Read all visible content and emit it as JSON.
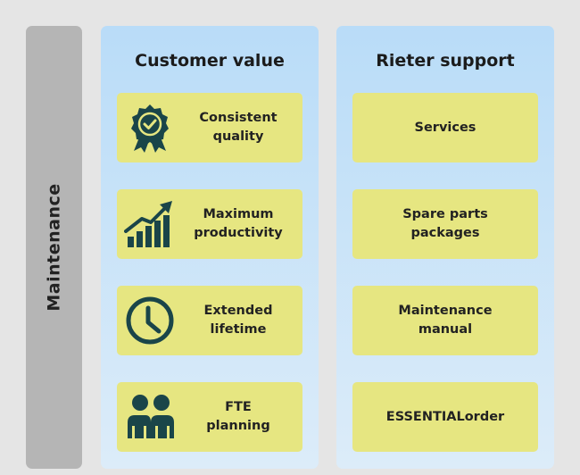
{
  "side_label": "Maintenance",
  "customer": {
    "title": "Customer value",
    "items": [
      {
        "label": "Consistent\nquality",
        "icon": "award-badge-icon"
      },
      {
        "label": "Maximum\nproductivity",
        "icon": "growth-chart-icon"
      },
      {
        "label": "Extended\nlifetime",
        "icon": "clock-icon"
      },
      {
        "label": "FTE\nplanning",
        "icon": "people-icon"
      }
    ]
  },
  "support": {
    "title": "Rieter support",
    "items": [
      {
        "label": "Services"
      },
      {
        "label": "Spare parts\npackages"
      },
      {
        "label": "Maintenance\nmanual"
      },
      {
        "label": "ESSENTIALorder"
      }
    ]
  },
  "colors": {
    "icon": "#1a4549",
    "card": "#e6e681",
    "bar": "#b5b5b5"
  }
}
